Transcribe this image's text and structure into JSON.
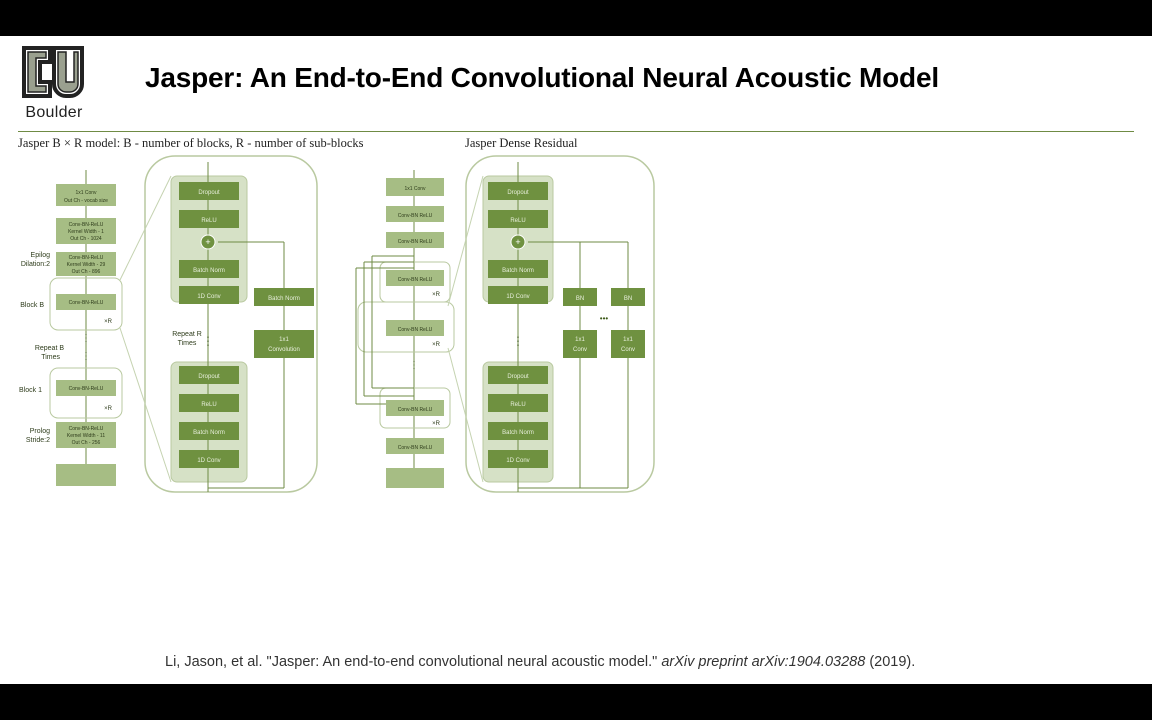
{
  "header": {
    "logo_text": "Boulder",
    "title": "Jasper: An End-to-End Convolutional Neural Acoustic Model"
  },
  "left_panel": {
    "heading": "Jasper B × R model: B - number of blocks, R - number of sub-blocks",
    "side_labels": [
      "Epilog",
      "Dilation:2",
      "Block B",
      "Repeat B",
      "Times",
      "Block 1",
      "Prolog",
      "Stride:2"
    ],
    "stack": [
      "1x1 Conv",
      "Out Ch - vocab size",
      "Conv-BN-ReLU",
      "Kernel Width - 1",
      "Out Ch - 1024",
      "Conv-BN-ReLU",
      "Kernel Width - 29",
      "Out Ch - 896",
      "Conv-BN-ReLU",
      "×R",
      "Conv-BN-ReLU",
      "×R",
      "Conv-BN-ReLU",
      "Kernel Width - 11",
      "Out Ch - 256"
    ],
    "detail": {
      "top": [
        "Dropout",
        "ReLU",
        "Batch Norm",
        "1D Conv"
      ],
      "bottom": [
        "Dropout",
        "ReLU",
        "Batch Norm",
        "1D Conv"
      ],
      "residual": [
        "Batch Norm",
        "1x1",
        "Convolution"
      ],
      "repeat_label": [
        "Repeat R",
        "Times"
      ]
    }
  },
  "right_panel": {
    "heading": "Jasper Dense Residual",
    "stack": [
      "1x1 Conv",
      "Conv-BN ReLU",
      "Conv-BN ReLU",
      "Conv-BN ReLU",
      "×R",
      "Conv-BN ReLU",
      "×R",
      "Conv-BN ReLU",
      "×R",
      "Conv-BN ReLU"
    ],
    "detail": {
      "top": [
        "Dropout",
        "ReLU",
        "Batch Norm",
        "1D Conv"
      ],
      "bottom": [
        "Dropout",
        "ReLU",
        "Batch Norm",
        "1D Conv"
      ],
      "branches": [
        "BN",
        "BN",
        "1x1",
        "Conv",
        "1x1",
        "Conv"
      ],
      "ellipsis": "•••"
    }
  },
  "citation": {
    "text": "Li, Jason, et al. \"Jasper: An end-to-end convolutional neural acoustic model.\"",
    "venue": "arXiv preprint arXiv:1904.03288",
    "year": "(2019)."
  }
}
